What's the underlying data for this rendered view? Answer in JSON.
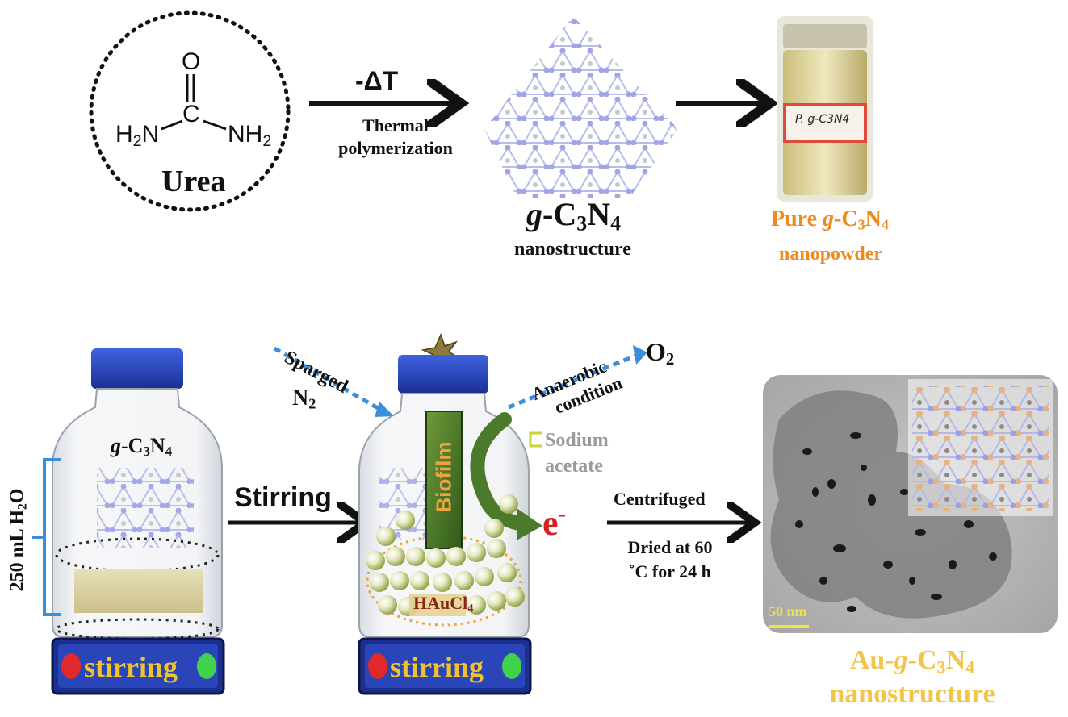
{
  "urea": {
    "label": "Urea",
    "h2n": "H",
    "h2n_sub": "2",
    "h2n_n": "N",
    "nh2": "NH",
    "nh2_sub": "2",
    "o": "O",
    "c": "C"
  },
  "step1": {
    "delta": "-ΔT",
    "line1": "Thermal",
    "line2": "polymerization"
  },
  "gcn": {
    "g": "g",
    "dash": "-C",
    "sub3": "3",
    "n": "N",
    "sub4": "4",
    "caption": "nanostructure"
  },
  "vial": {
    "label": "P. g-C3N4",
    "caption_pure": "Pure ",
    "caption_g": "g",
    "caption_c": "-C",
    "sub3": "3",
    "caption_n": "N",
    "sub4": "4",
    "caption2": "nanopowder"
  },
  "bottle1": {
    "g": "g",
    "c": "-C",
    "sub3": "3",
    "n": "N",
    "sub4": "4",
    "volume": "250 mL H",
    "volume_sub": "2",
    "volume_o": "O",
    "stir": "stirring"
  },
  "stirring_arrow": "Stirring",
  "bottle2": {
    "sparged": "Sparged",
    "n2": "N",
    "n2_sub": "2",
    "anaerobic": "Anaerobic",
    "condition": "condition",
    "o2": "O",
    "o2_sub": "2",
    "biofilm": "Biofilm",
    "sodium": "Sodium",
    "acetate": "acetate",
    "electron": "e",
    "electron_sup": "-",
    "haucl": "HAuCl",
    "haucl_sub": "4",
    "stir": "stirring"
  },
  "step3": {
    "line1": "Centrifuged",
    "line2": "Dried at  60",
    "line3": "˚C for 24 h"
  },
  "tem": {
    "scale": "50 nm",
    "caption_au": "Au-",
    "caption_g": "g",
    "caption_c": "-C",
    "sub3": "3",
    "caption_n": "N",
    "sub4": "4",
    "caption2": "nanostructure"
  },
  "colors": {
    "orange": "#f08a1c",
    "gold": "#f2c44a",
    "blue_cap": "#1f3fb5",
    "dashed_blue": "#3a8fd8",
    "lattice_n": "#9aa0e6",
    "lattice_c": "#bdbdbd"
  }
}
